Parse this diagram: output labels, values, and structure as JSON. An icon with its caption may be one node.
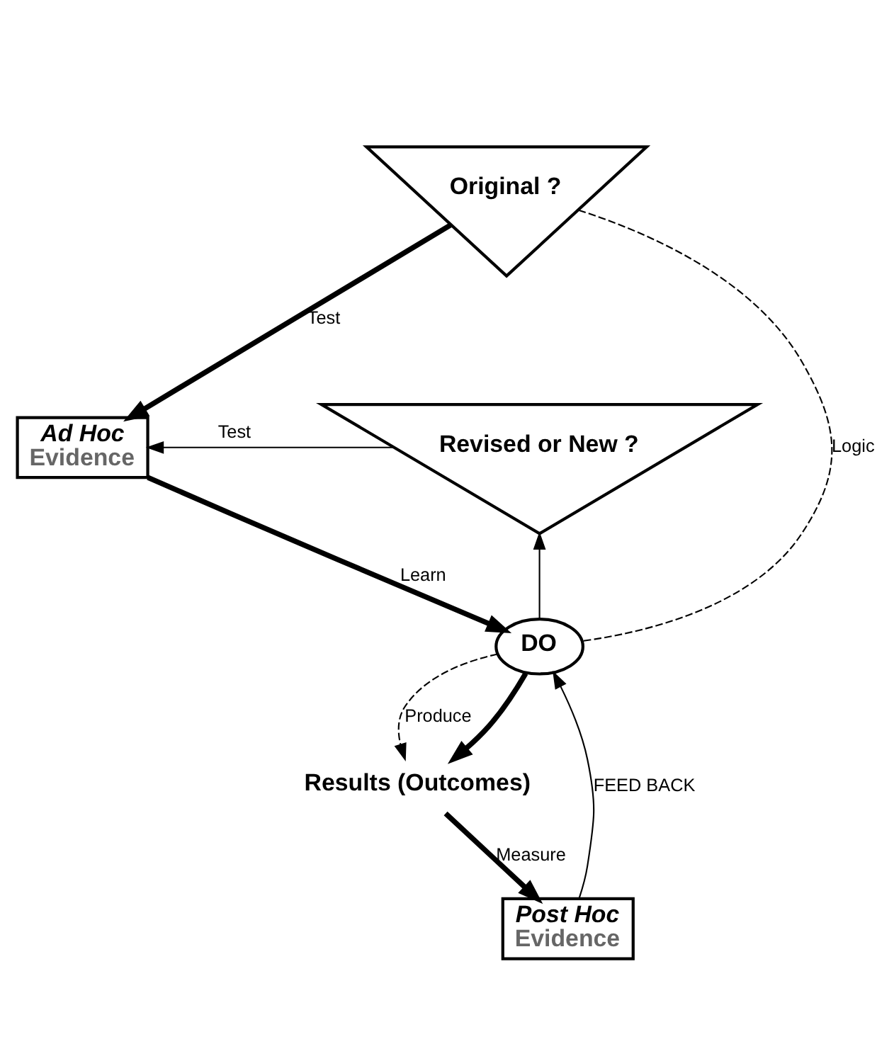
{
  "diagram": {
    "nodes": [
      {
        "text": [
          "Original ?"
        ]
      },
      {
        "text": [
          "Revised or New ?"
        ]
      },
      {
        "text": [
          "Ad Hoc",
          "Evidence"
        ]
      },
      {
        "text": [
          "DO"
        ]
      },
      {
        "text": [
          "Results (Outcomes)"
        ]
      },
      {
        "text": [
          "Post Hoc",
          "Evidence"
        ]
      }
    ],
    "edges": [
      {
        "from": 0,
        "to": 2,
        "arrow": "to",
        "label": "Test",
        "style": "thick"
      },
      {
        "from": 1,
        "to": 2,
        "arrow": "to",
        "label": "Test"
      },
      {
        "from": 0,
        "to": 3,
        "arrow": "none",
        "label": "Logic",
        "style": "dashed"
      },
      {
        "from": 2,
        "to": 3,
        "arrow": "to",
        "label": "Learn",
        "style": "thick"
      },
      {
        "from": 3,
        "to": 1,
        "arrow": "to"
      },
      {
        "from": 3,
        "to": 4,
        "arrow": "to",
        "label": "Produce",
        "style": "dashed"
      },
      {
        "from": 3,
        "to": 4,
        "arrow": "to",
        "style": "thick"
      },
      {
        "from": 4,
        "to": 5,
        "arrow": "to",
        "label": "Measure",
        "style": "thick"
      },
      {
        "from": 5,
        "to": 3,
        "arrow": "to",
        "label": "FEED BACK"
      }
    ]
  }
}
